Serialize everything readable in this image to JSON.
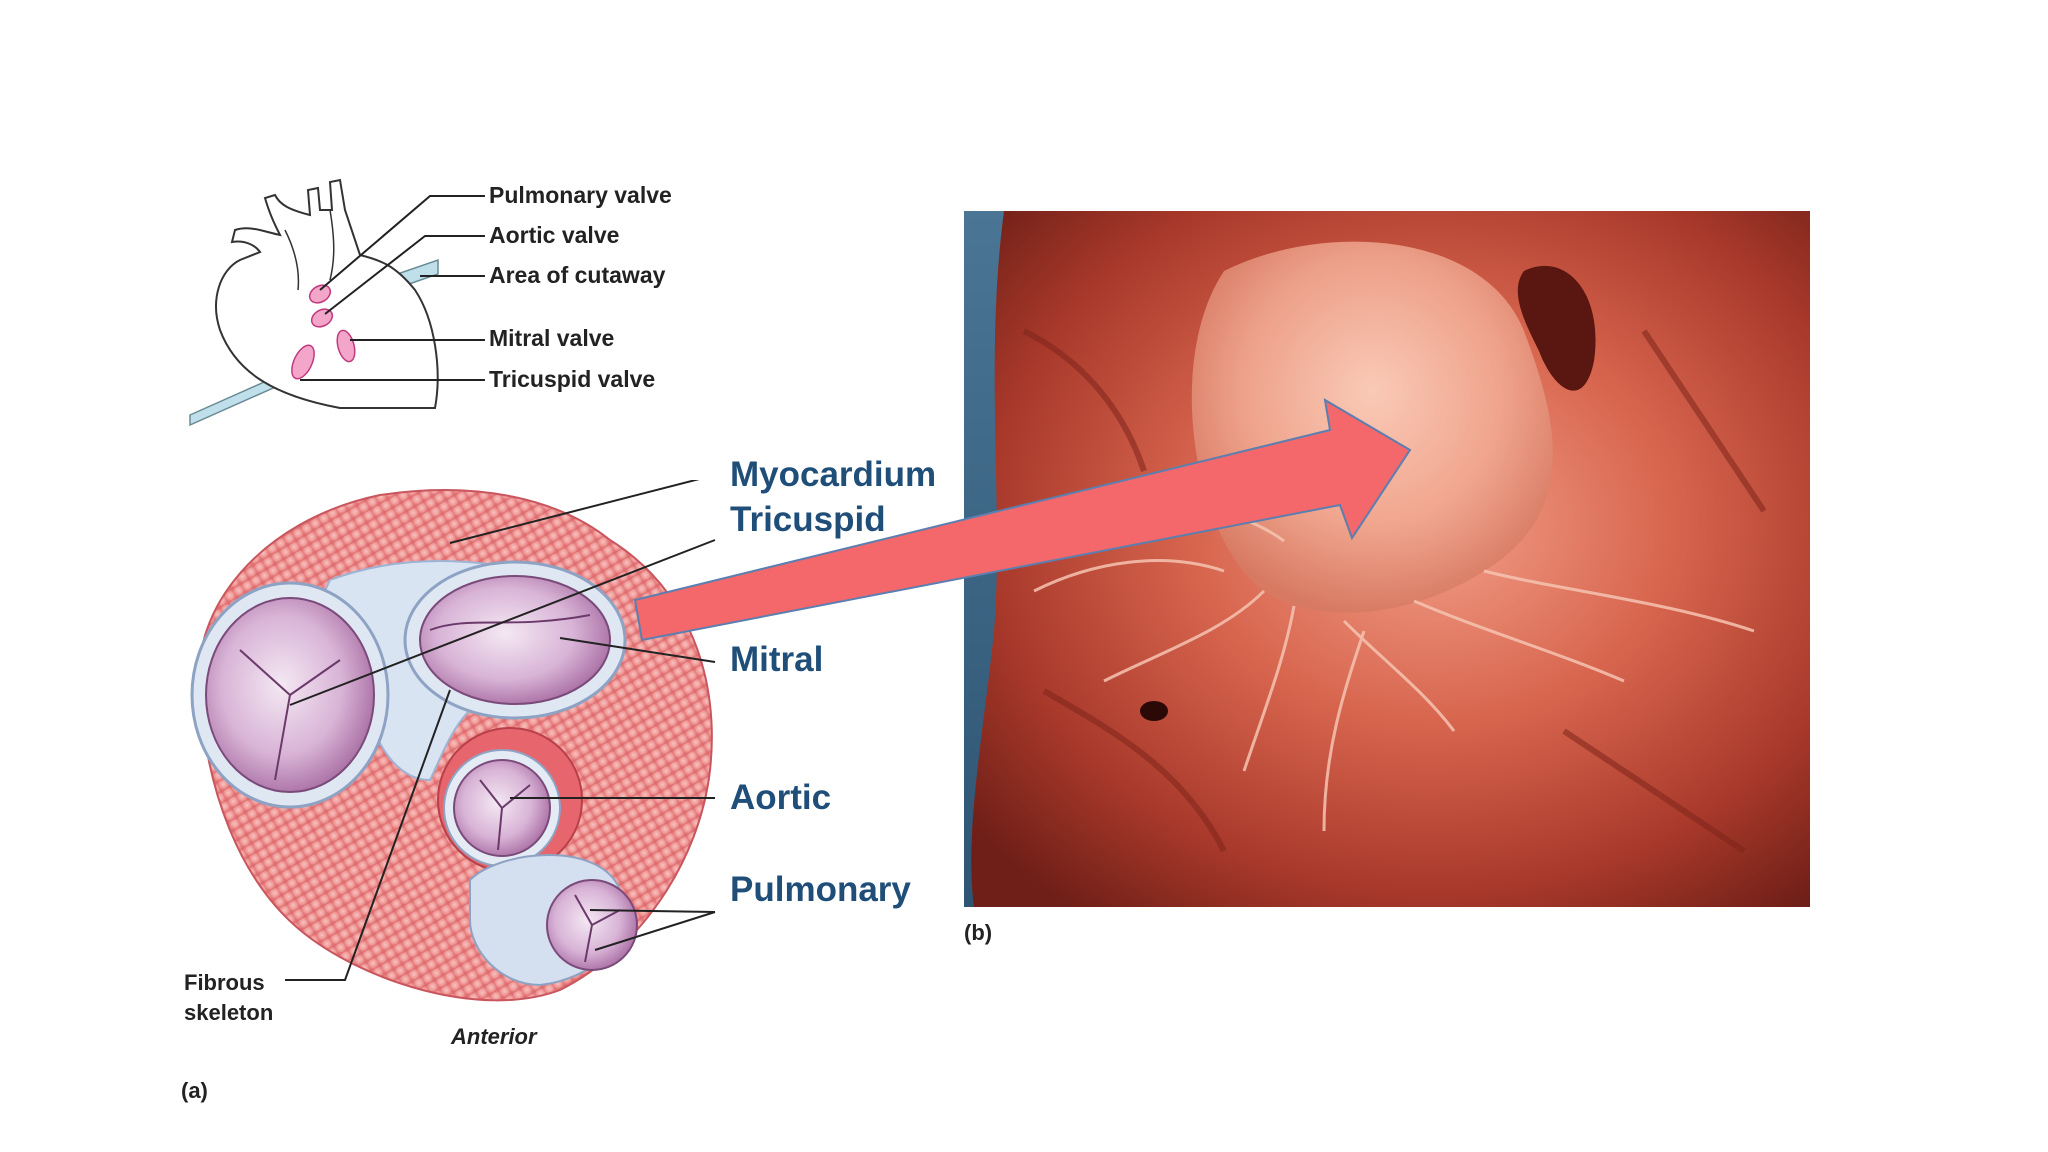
{
  "top_diagram_labels": {
    "pulmonary_valve": "Pulmonary valve",
    "aortic_valve": "Aortic valve",
    "area_of_cutaway": "Area of cutaway",
    "mitral_valve": "Mitral valve",
    "tricuspid_valve": "Tricuspid valve"
  },
  "callouts": {
    "myocardium": "Myocardium",
    "tricuspid": "Tricuspid",
    "mitral": "Mitral",
    "aortic": "Aortic",
    "pulmonary": "Pulmonary"
  },
  "fibrous_skeleton": [
    "Fibrous",
    "skeleton"
  ],
  "anterior": "Anterior",
  "panel_a": "(a)",
  "panel_b": "(b)",
  "colors": {
    "callout_text": "#1f4e79",
    "arrow_fill": "#f4676a",
    "arrow_stroke": "#5a7fb0",
    "photo_backdrop": "#3f6b8a"
  }
}
